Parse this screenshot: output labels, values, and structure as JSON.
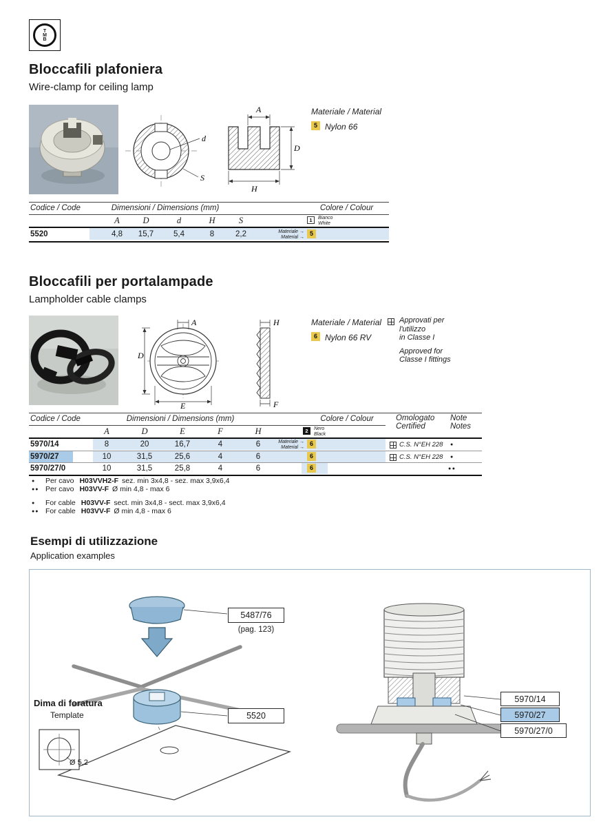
{
  "logo": {
    "text": "TMB"
  },
  "icons": {
    "certification_mark": "squared-plus"
  },
  "colors": {
    "badge_yellow": "#e9c94d",
    "badge_black": "#151515",
    "row_highlight": "#d9e7f4",
    "code_highlight": "#a9cbe7"
  },
  "section1": {
    "title": "Bloccafili plafoniera",
    "subtitle": "Wire-clamp for ceiling lamp",
    "material": {
      "label": "Materiale / Material",
      "badge": "5",
      "value": "Nylon 66"
    },
    "table": {
      "code_header": "Codice / Code",
      "dims_header": "Dimensioni / Dimensions (mm)",
      "colour_header": "Colore / Colour",
      "dim_cols": [
        "A",
        "D",
        "d",
        "H",
        "S"
      ],
      "colour": {
        "badge": "1",
        "name_it": "Bianco",
        "name_en": "White"
      },
      "material_note": [
        "Materiale →",
        "Material →"
      ],
      "rows": [
        {
          "code": "5520",
          "A": "4,8",
          "D": "15,7",
          "d": "5,4",
          "H": "8",
          "S": "2,2",
          "material_badge": "5"
        }
      ]
    }
  },
  "section2": {
    "title": "Bloccafili per portalampade",
    "subtitle": "Lampholder cable clamps",
    "material": {
      "label": "Materiale / Material",
      "badge": "6",
      "value": "Nylon 66 RV"
    },
    "approval": {
      "it_line1": "Approvati per",
      "it_line2": "l'utilizzo",
      "it_line3": "in Classe I",
      "en_line1": "Approved for",
      "en_line2": "Classe I fittings"
    },
    "table": {
      "code_header": "Codice / Code",
      "dims_header": "Dimensioni / Dimensions (mm)",
      "colour_header": "Colore / Colour",
      "cert_header_line1": "Omologato",
      "cert_header_line2": "Certified",
      "notes_header_line1": "Note",
      "notes_header_line2": "Notes",
      "dim_cols": [
        "A",
        "D",
        "E",
        "F",
        "H"
      ],
      "colour": {
        "badge": "2",
        "name_it": "Nero",
        "name_en": "Black"
      },
      "material_note": [
        "Materiale →",
        "Material →"
      ],
      "rows": [
        {
          "code": "5970/14",
          "A": "8",
          "D": "20",
          "E": "16,7",
          "F": "4",
          "H": "6",
          "material_badge": "6",
          "cert": "C.S. N°EH 228",
          "note": "●"
        },
        {
          "code": "5970/27",
          "A": "10",
          "D": "31,5",
          "E": "25,6",
          "F": "4",
          "H": "6",
          "material_badge": "6",
          "cert": "C.S. N°EH 228",
          "note": "●"
        },
        {
          "code": "5970/27/0",
          "A": "10",
          "D": "31,5",
          "E": "25,8",
          "F": "4",
          "H": "6",
          "material_badge": "6",
          "cert": "",
          "note": "●●"
        }
      ]
    },
    "footnotes": [
      {
        "marker": "●",
        "prefix": "Per cavo",
        "cable": "H03VVH2-F",
        "rest": "sez. min 3x4,8 - sez. max 3,9x6,4"
      },
      {
        "marker": "●●",
        "prefix": "Per cavo",
        "cable": "H03VV-F",
        "rest": "Ø min 4,8 - max 6"
      },
      {
        "marker": "●",
        "prefix": "For cable",
        "cable": "H03VV-F",
        "rest": "sect. min 3x4,8 - sect. max 3,9x6,4"
      },
      {
        "marker": "●●",
        "prefix": "For cable",
        "cable": "H03VV-F",
        "rest": "Ø min 4,8 - max 6"
      }
    ]
  },
  "section3": {
    "title": "Esempi di utilizzazione",
    "subtitle": "Application examples",
    "left": {
      "part_label": "5487/76",
      "part_page": "(pag. 123)",
      "template_label_it": "Dima di foratura",
      "template_label_en": "Template",
      "clamp_label": "5520",
      "hole_diameter": "Ø 5,2"
    },
    "right": {
      "label_top": "5970/14",
      "label_mid": "5970/27",
      "label_bottom": "5970/27/0"
    }
  }
}
